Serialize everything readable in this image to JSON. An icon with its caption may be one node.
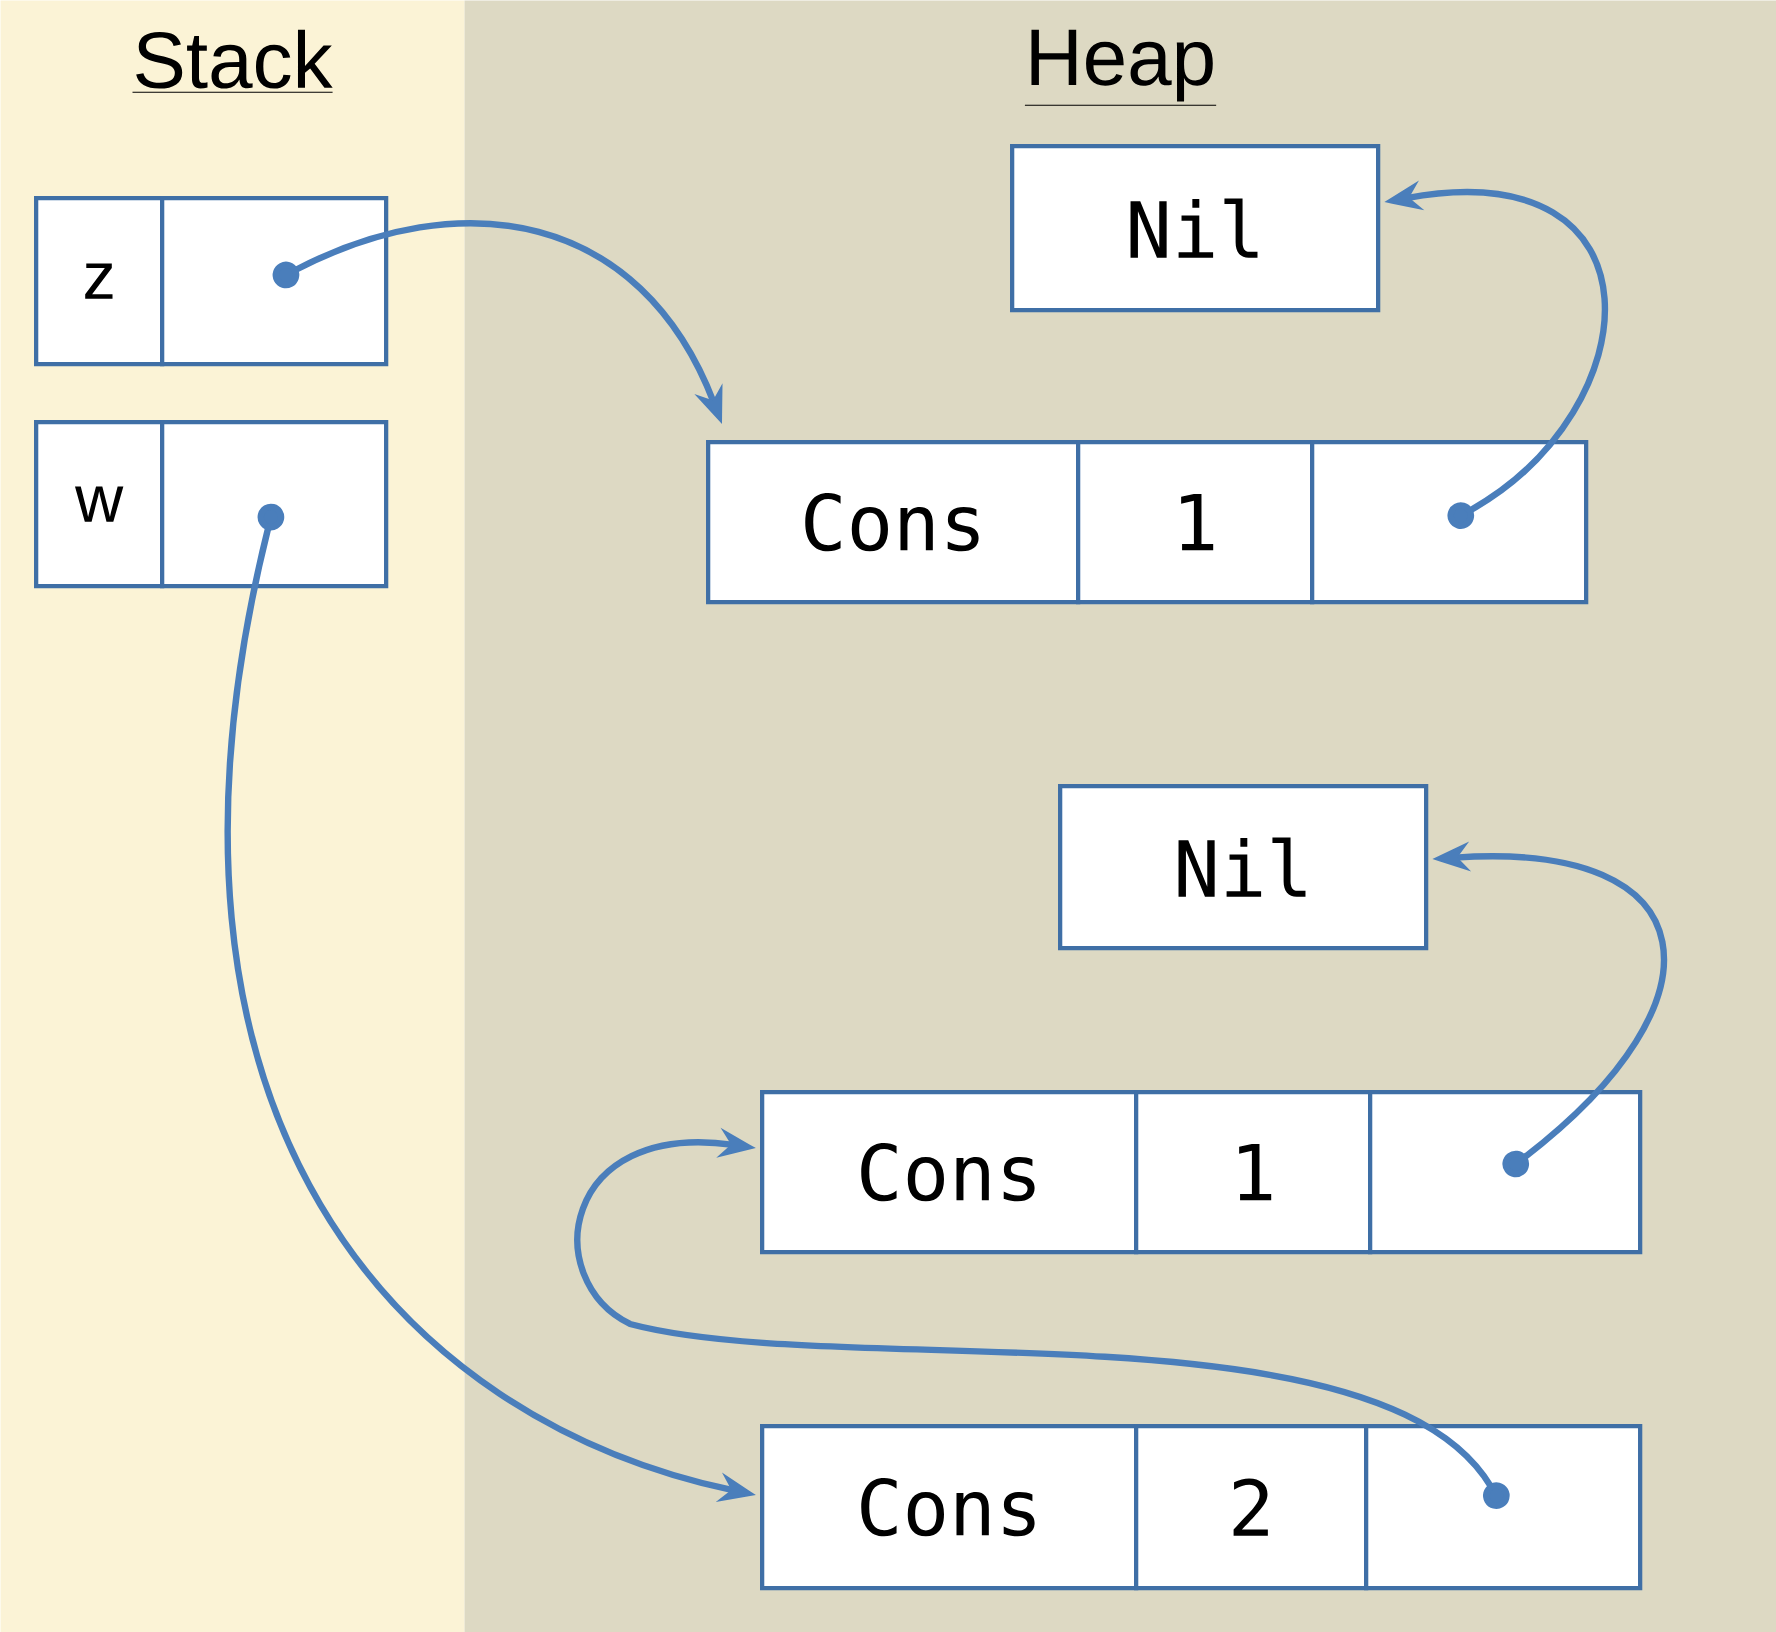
{
  "diagram": {
    "nodes": [
      {
        "text": [
          "Stack"
        ]
      },
      {
        "text": [
          "Heap"
        ]
      },
      {
        "text": [
          "z"
        ],
        "in": 0
      },
      {
        "text": [],
        "shape": "box",
        "in": 0
      },
      {
        "text": [
          "w"
        ],
        "in": 0
      },
      {
        "text": [],
        "shape": "box",
        "in": 0
      },
      {
        "text": [
          "Nil"
        ],
        "in": 1
      },
      {
        "text": [
          "Cons"
        ],
        "in": 1
      },
      {
        "text": [
          "1"
        ],
        "in": 1
      },
      {
        "text": [],
        "shape": "box",
        "in": 1
      },
      {
        "text": [
          "Nil"
        ],
        "in": 1
      },
      {
        "text": [
          "Cons"
        ],
        "in": 1
      },
      {
        "text": [
          "1"
        ],
        "in": 1
      },
      {
        "text": [],
        "shape": "box",
        "in": 1
      },
      {
        "text": [
          "Cons"
        ],
        "in": 1
      },
      {
        "text": [
          "2"
        ],
        "in": 1
      },
      {
        "text": [],
        "shape": "box",
        "in": 1
      }
    ],
    "edges": [
      {
        "from": 3,
        "to": 7,
        "arrow": "to"
      },
      {
        "from": 9,
        "to": 6,
        "arrow": "to"
      },
      {
        "from": 5,
        "to": 14,
        "arrow": "to"
      },
      {
        "from": 13,
        "to": 10,
        "arrow": "to"
      },
      {
        "from": 16,
        "to": 11,
        "arrow": "to"
      }
    ]
  }
}
